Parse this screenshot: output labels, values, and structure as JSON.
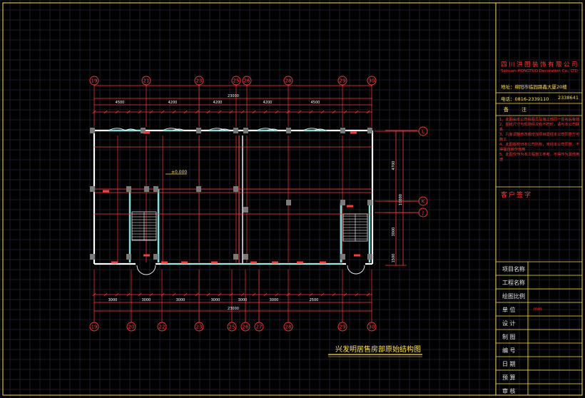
{
  "drawing": {
    "title": "兴发明居售房部原始结构图",
    "elevation_mark": "±0.000",
    "overall_dim": "23000",
    "bottom_overall_dim": "23000",
    "col_axes_top": [
      "19",
      "21",
      "23",
      "25",
      "26",
      "28",
      "29",
      "30"
    ],
    "col_axes_bottom": [
      "19",
      "20",
      "22",
      "23",
      "25",
      "26",
      "27",
      "28",
      "29",
      "30"
    ],
    "row_axes": [
      "L",
      "K",
      "J"
    ],
    "top_mid_dims": [
      "4500",
      "4200",
      "4200",
      "4200",
      "4500"
    ],
    "bottom_mid_dims": [
      "3000",
      "3000",
      "3000",
      "3000",
      "3000",
      "3000",
      "2500"
    ],
    "right_dims": [
      "4700",
      "3000",
      "1500"
    ],
    "right_total": "10000"
  },
  "titleblock": {
    "company_cn": "四川洪图装饰有限公司",
    "company_en": "Sichuan HONGTUO Decoration Co., LTD",
    "address": "地址：绵阳市临园路鑫大厦20楼",
    "phone": "电话：0816-2339110",
    "fax": "2338641",
    "notes_title": "备注",
    "notes": [
      "1、此图由本公司绘图员及施工部同一签名后有效",
      "2、图纸尺寸与现场情况有不符时，请与本公司联系",
      "3、凡有调整修改或增加项目需经本公司同意方可施工",
      "4、此图版权归本公司所有，未经本公司同意，不得擅自转作他用",
      "5、此图仅作为本工程施工参考，不得作为其他用途"
    ],
    "client_sign": "客户签字",
    "fields": [
      {
        "label": "项目名称",
        "value": ""
      },
      {
        "label": "工程名称",
        "value": ""
      },
      {
        "label": "绘图比例",
        "value": ""
      },
      {
        "label": "单  位",
        "value": "mm"
      },
      {
        "label": "设  计",
        "value": ""
      },
      {
        "label": "制  图",
        "value": ""
      },
      {
        "label": "编  号",
        "value": ""
      },
      {
        "label": "日  期",
        "value": ""
      },
      {
        "label": "预  算",
        "value": ""
      },
      {
        "label": "审  核",
        "value": ""
      }
    ]
  }
}
